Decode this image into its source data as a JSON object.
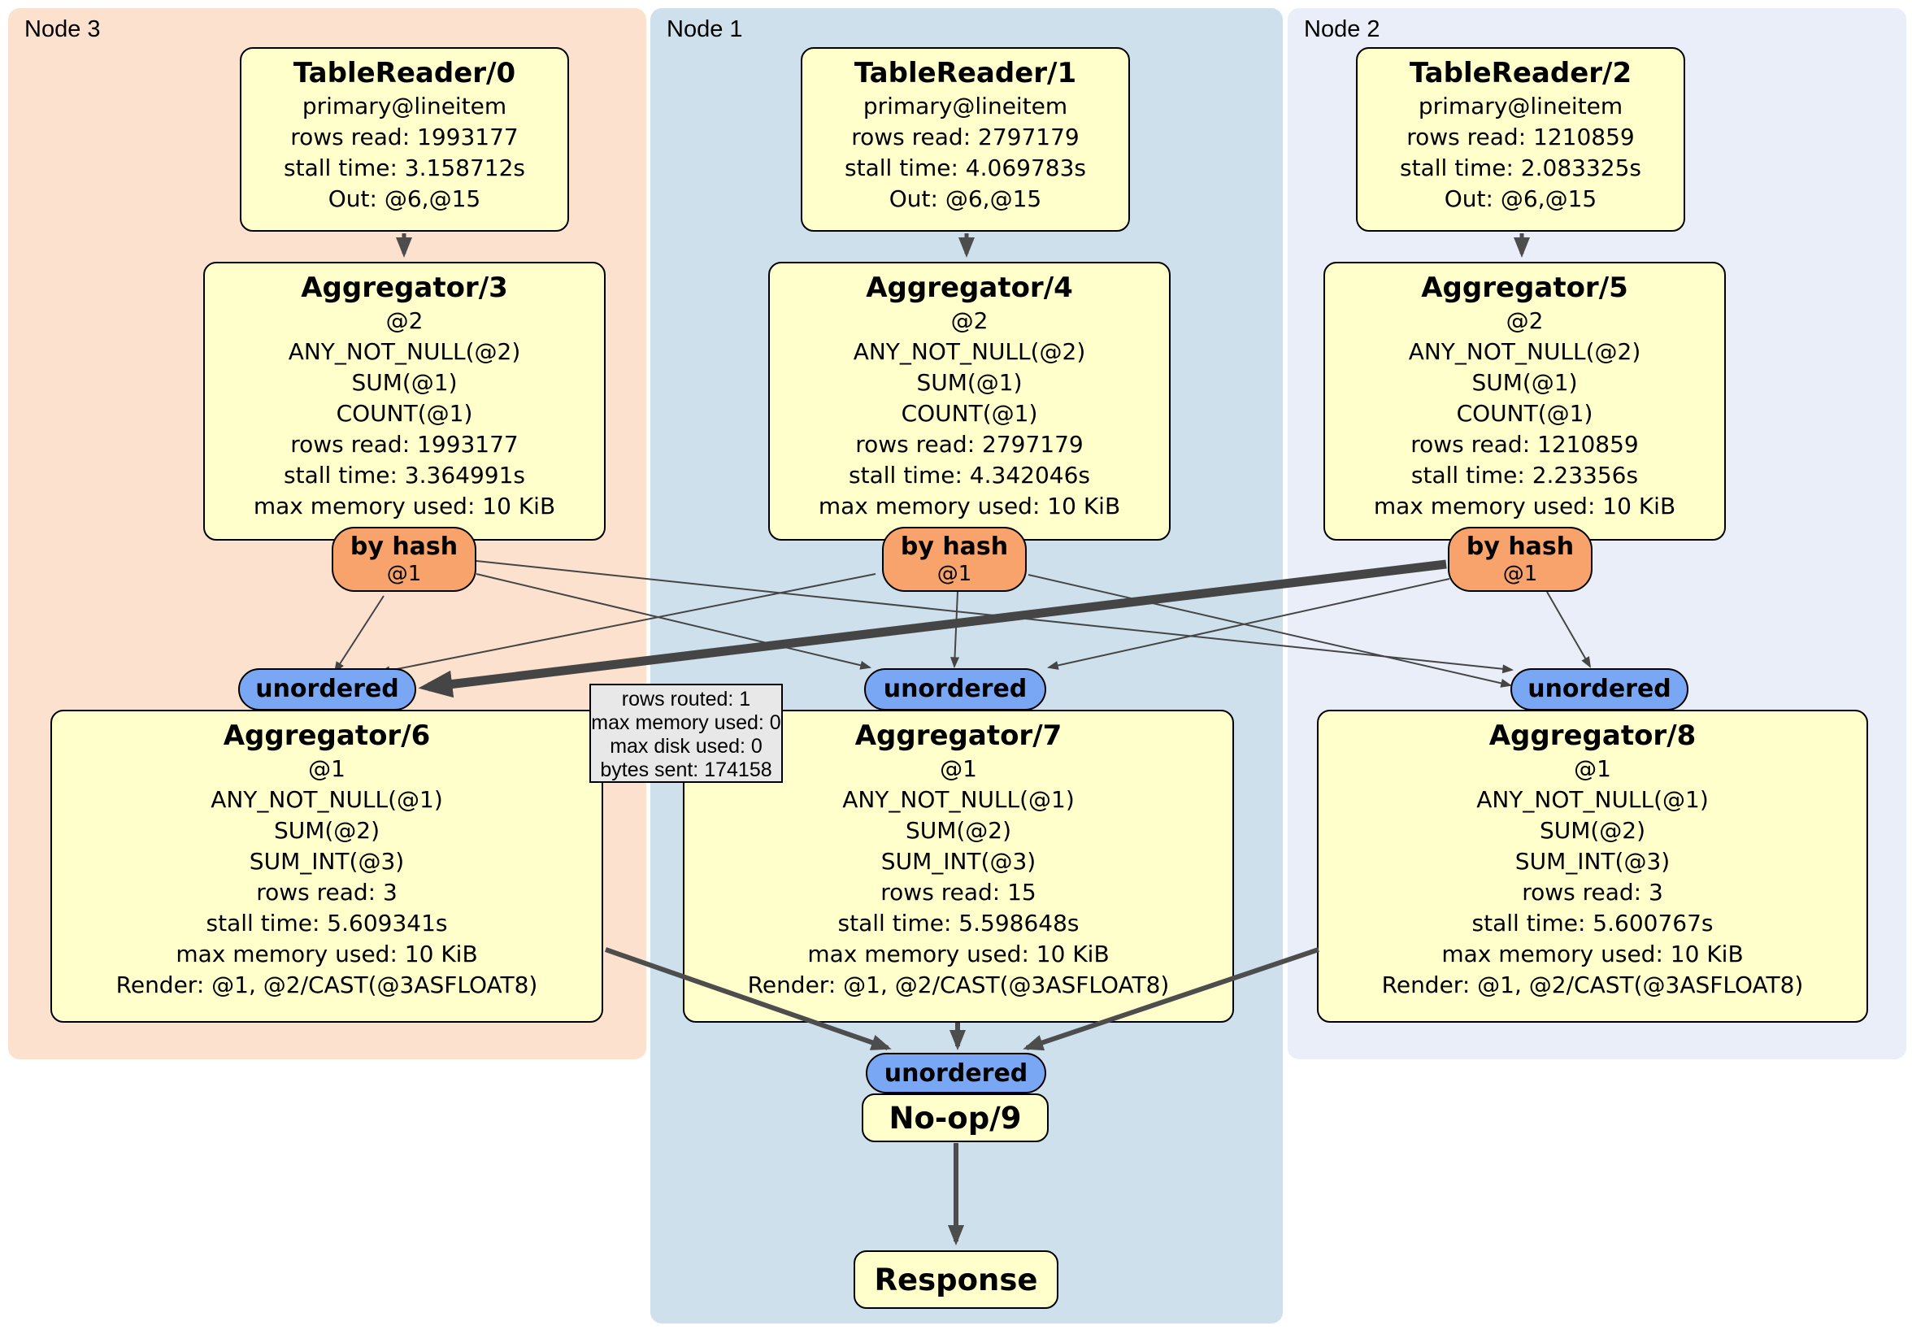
{
  "panels": [
    {
      "label": "Node 3"
    },
    {
      "label": "Node 1"
    },
    {
      "label": "Node 2"
    }
  ],
  "boxes": {
    "tr0": {
      "title": "TableReader/0",
      "lines": [
        "primary@lineitem",
        "rows read: 1993177",
        "stall time: 3.158712s",
        "Out: @6,@15"
      ]
    },
    "tr1": {
      "title": "TableReader/1",
      "lines": [
        "primary@lineitem",
        "rows read: 2797179",
        "stall time: 4.069783s",
        "Out: @6,@15"
      ]
    },
    "tr2": {
      "title": "TableReader/2",
      "lines": [
        "primary@lineitem",
        "rows read: 1210859",
        "stall time: 2.083325s",
        "Out: @6,@15"
      ]
    },
    "agg3": {
      "title": "Aggregator/3",
      "lines": [
        "@2",
        "ANY_NOT_NULL(@2)",
        "SUM(@1)",
        "COUNT(@1)",
        "rows read: 1993177",
        "stall time: 3.364991s",
        "max memory used: 10 KiB"
      ]
    },
    "agg4": {
      "title": "Aggregator/4",
      "lines": [
        "@2",
        "ANY_NOT_NULL(@2)",
        "SUM(@1)",
        "COUNT(@1)",
        "rows read: 2797179",
        "stall time: 4.342046s",
        "max memory used: 10 KiB"
      ]
    },
    "agg5": {
      "title": "Aggregator/5",
      "lines": [
        "@2",
        "ANY_NOT_NULL(@2)",
        "SUM(@1)",
        "COUNT(@1)",
        "rows read: 1210859",
        "stall time: 2.23356s",
        "max memory used: 10 KiB"
      ]
    },
    "agg6": {
      "title": "Aggregator/6",
      "lines": [
        "@1",
        "ANY_NOT_NULL(@1)",
        "SUM(@2)",
        "SUM_INT(@3)",
        "rows read: 3",
        "stall time: 5.609341s",
        "max memory used: 10 KiB",
        "Render: @1, @2/CAST(@3ASFLOAT8)"
      ]
    },
    "agg7": {
      "title": "Aggregator/7",
      "lines": [
        "@1",
        "ANY_NOT_NULL(@1)",
        "SUM(@2)",
        "SUM_INT(@3)",
        "rows read: 15",
        "stall time: 5.598648s",
        "max memory used: 10 KiB",
        "Render: @1, @2/CAST(@3ASFLOAT8)"
      ]
    },
    "agg8": {
      "title": "Aggregator/8",
      "lines": [
        "@1",
        "ANY_NOT_NULL(@1)",
        "SUM(@2)",
        "SUM_INT(@3)",
        "rows read: 3",
        "stall time: 5.600767s",
        "max memory used: 10 KiB",
        "Render: @1, @2/CAST(@3ASFLOAT8)"
      ]
    },
    "noop": {
      "title": "No-op/9"
    },
    "response": {
      "title": "Response"
    }
  },
  "router_pill": {
    "label": "by hash",
    "sub": "@1"
  },
  "sync_pill": {
    "label": "unordered"
  },
  "tooltip": {
    "lines": [
      "rows routed: 1",
      "max memory used: 0",
      "max disk used: 0",
      "bytes sent: 174158"
    ]
  },
  "colors": {
    "node3_bg": "#fbe1ce",
    "node1_bg": "#cee0ec",
    "node2_bg": "#e9eef8",
    "box_fill": "#ffffcc",
    "router_fill": "#f8a36c",
    "sync_fill": "#7aa7f3",
    "tooltip_fill": "#e8e8e8",
    "edge": "#454545",
    "border": "#000000"
  }
}
